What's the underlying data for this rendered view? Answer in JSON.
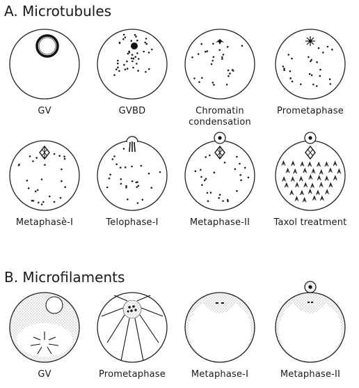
{
  "section_a": {
    "title": "A. Microtubules",
    "stages": [
      {
        "label": "GV"
      },
      {
        "label": "GVBD"
      },
      {
        "label": "Chromatin condensation"
      },
      {
        "label": "Prometaphase"
      },
      {
        "label": "Metaphasè-I"
      },
      {
        "label": "Telophase-I"
      },
      {
        "label": "Metaphase-II"
      },
      {
        "label": "Taxol treatment"
      }
    ]
  },
  "section_b": {
    "title": "B. Microfilaments",
    "stages": [
      {
        "label": "GV"
      },
      {
        "label": "Prometaphase"
      },
      {
        "label": "Metaphase-I"
      },
      {
        "label": "Metaphase-II"
      }
    ]
  }
}
